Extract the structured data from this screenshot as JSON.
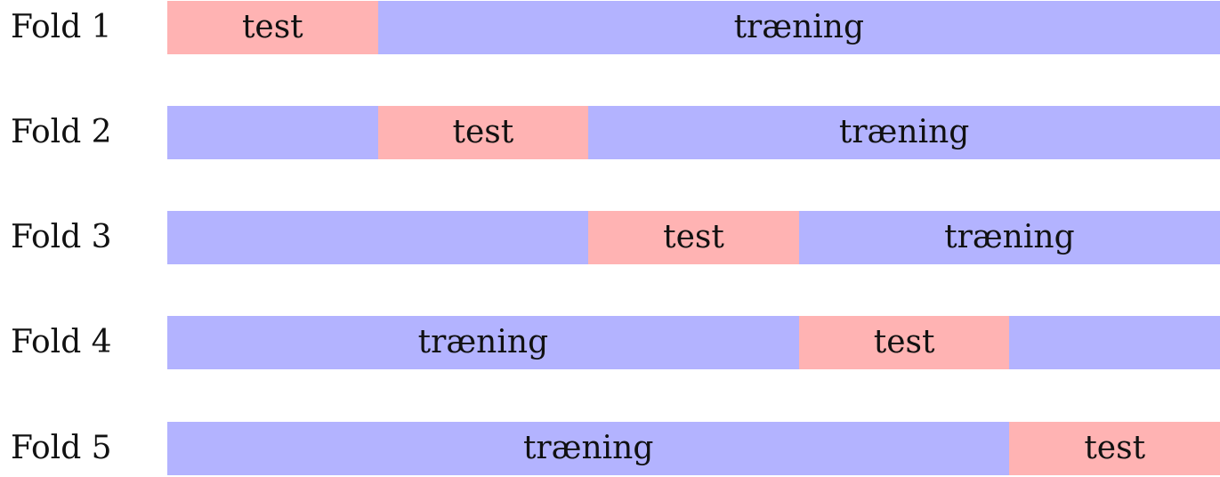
{
  "colors": {
    "test": "#ffb3b3",
    "training": "#b3b3ff",
    "text": "#111111"
  },
  "folds": [
    {
      "label": "Fold 1",
      "test_block": 1,
      "test_text": "test",
      "training_text": "træning",
      "training_label_segment": "after"
    },
    {
      "label": "Fold 2",
      "test_block": 2,
      "test_text": "test",
      "training_text": "træning",
      "training_label_segment": "after"
    },
    {
      "label": "Fold 3",
      "test_block": 3,
      "test_text": "test",
      "training_text": "træning",
      "training_label_segment": "after"
    },
    {
      "label": "Fold 4",
      "test_block": 4,
      "test_text": "test",
      "training_text": "træning",
      "training_label_segment": "before"
    },
    {
      "label": "Fold 5",
      "test_block": 5,
      "test_text": "test",
      "training_text": "træning",
      "training_label_segment": "before"
    }
  ]
}
